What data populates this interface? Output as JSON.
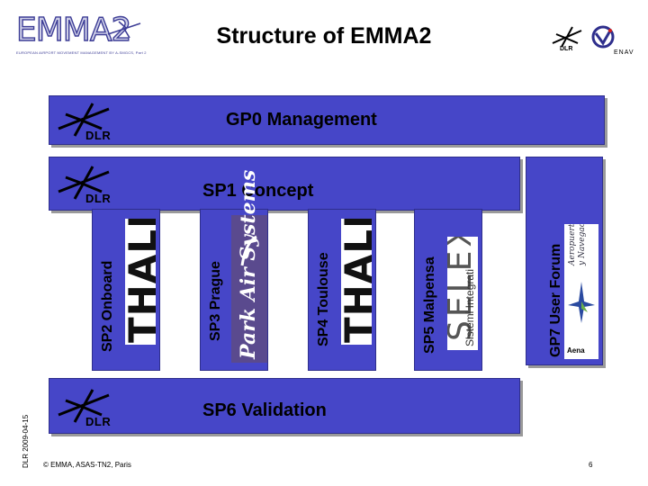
{
  "header": {
    "title": "Structure of EMMA2",
    "emma_logo_text": "EMMA2",
    "emma_logo_tagline": "EUROPEAN AIRPORT MOVEMENT MANAGEMENT BY A-SMGCS, Part 2",
    "dlr_label": "DLR",
    "enav_label": "ENAV"
  },
  "diagram": {
    "gp0": {
      "label": "GP0 Management",
      "logo": "DLR"
    },
    "sp1": {
      "label": "SP1 Concept",
      "logo": "DLR"
    },
    "sp6": {
      "label": "SP6 Validation",
      "logo": "DLR"
    },
    "subprojects": [
      {
        "label": "SP2 Onboard",
        "sponsor": "THALES"
      },
      {
        "label": "SP3 Prague",
        "sponsor": "Park Air Systems"
      },
      {
        "label": "SP4 Toulouse",
        "sponsor": "THALES"
      },
      {
        "label": "SP5 Malpensa",
        "sponsor": "SELEX",
        "sponsor_sub": "Sistemi Integrati"
      }
    ],
    "gp7": {
      "label": "GP7 User Forum",
      "sponsor": "Aena",
      "sponsor_sub1": "Aeropuertos Españoles",
      "sponsor_sub2": "y Navegación Aérea"
    }
  },
  "footer": {
    "date": "DLR 2009-04-15",
    "copyright": "© EMMA, ASAS-TN2, Paris",
    "page": "6"
  },
  "colors": {
    "box_fill": "#4646c8",
    "box_border": "#2e2e8c",
    "shadow": "#9a9a9a",
    "park_air": "#5a4a8e"
  }
}
